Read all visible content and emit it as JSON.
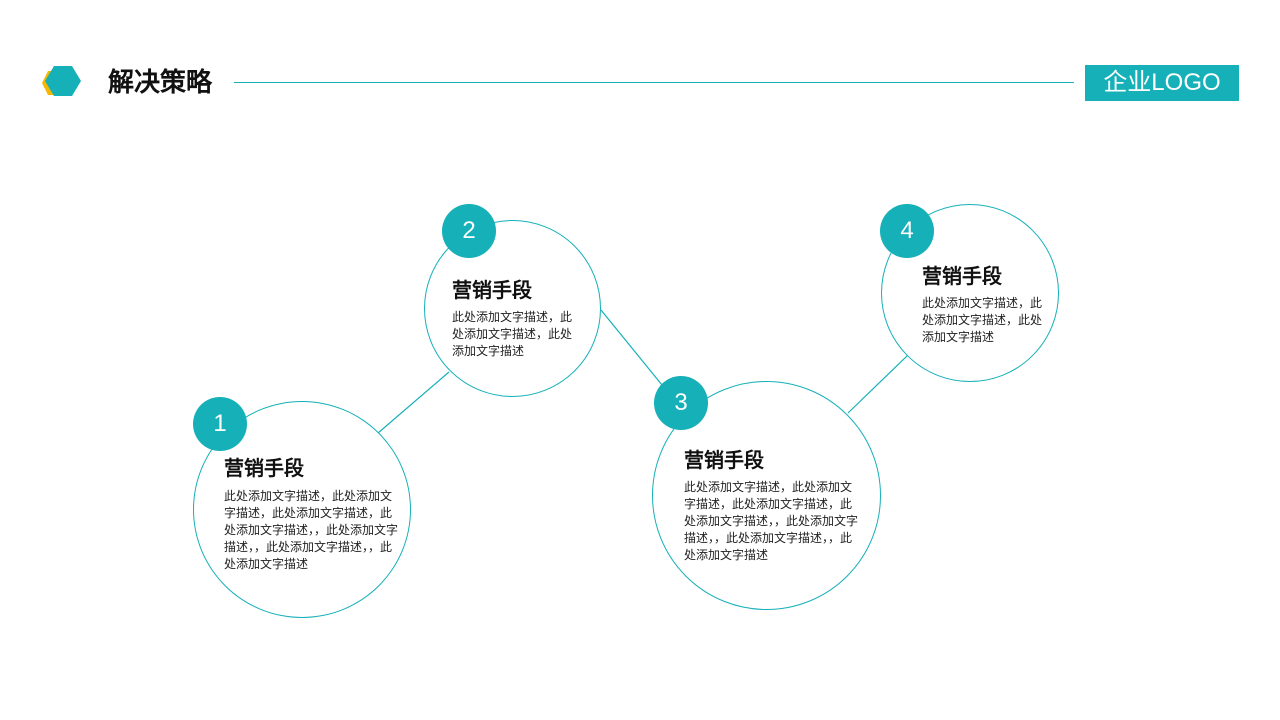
{
  "header": {
    "title": "解决策略",
    "logo_label": "企业LOGO",
    "icon": "hexagon-icon"
  },
  "colors": {
    "accent": "#15b0b8",
    "secondary": "#f5b800",
    "text": "#111111",
    "background": "#ffffff"
  },
  "steps": [
    {
      "number": "1",
      "title": "营销手段",
      "text": "此处添加文字描述，此处添加文字描述，此处添加文字描述，此处添加文字描述，，此处添加文字描述，，此处添加文字描述，，此处添加文字描述"
    },
    {
      "number": "2",
      "title": "营销手段",
      "text": "此处添加文字描述，此处添加文字描述，此处添加文字描述"
    },
    {
      "number": "3",
      "title": "营销手段",
      "text": "此处添加文字描述，此处添加文字描述，此处添加文字描述，此处添加文字描述，，此处添加文字描述，，此处添加文字描述，，此处添加文字描述"
    },
    {
      "number": "4",
      "title": "营销手段",
      "text": "此处添加文字描述，此处添加文字描述，此处添加文字描述"
    }
  ]
}
